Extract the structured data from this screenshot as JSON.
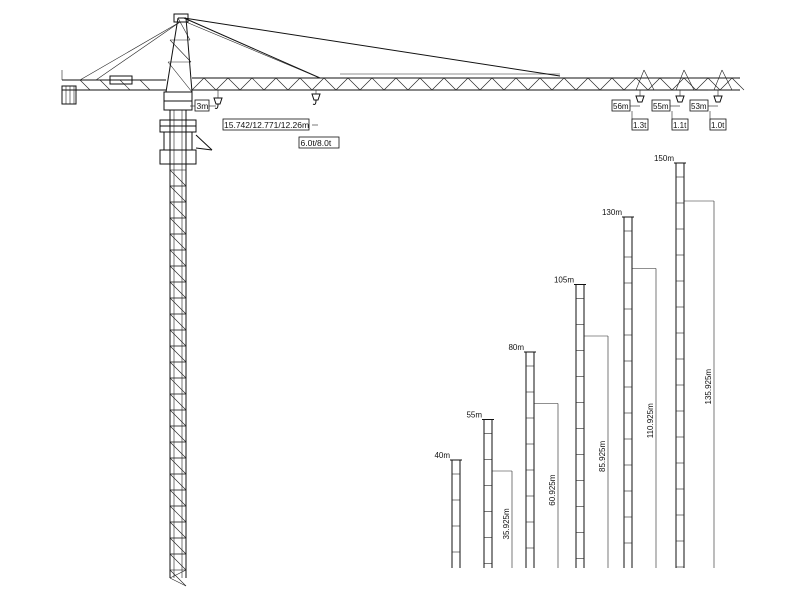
{
  "main_crane": {
    "hook_min_radius": "3m",
    "jib_lengths": "15.742/12.771/12.26m",
    "max_loads": "6.0t/8.0t"
  },
  "jib_tips": [
    {
      "radius": "56m",
      "load": "1.3t"
    },
    {
      "radius": "55m",
      "load": "1.1t"
    },
    {
      "radius": "53m",
      "load": "1.0t"
    }
  ],
  "height_configs": [
    {
      "total_height": "40m",
      "hook_height": ""
    },
    {
      "total_height": "55m",
      "hook_height": "35.925m"
    },
    {
      "total_height": "80m",
      "hook_height": "60.925m"
    },
    {
      "total_height": "105m",
      "hook_height": "85.925m"
    },
    {
      "total_height": "130m",
      "hook_height": "110.925m"
    },
    {
      "total_height": "150m",
      "hook_height": "135.925m"
    }
  ]
}
